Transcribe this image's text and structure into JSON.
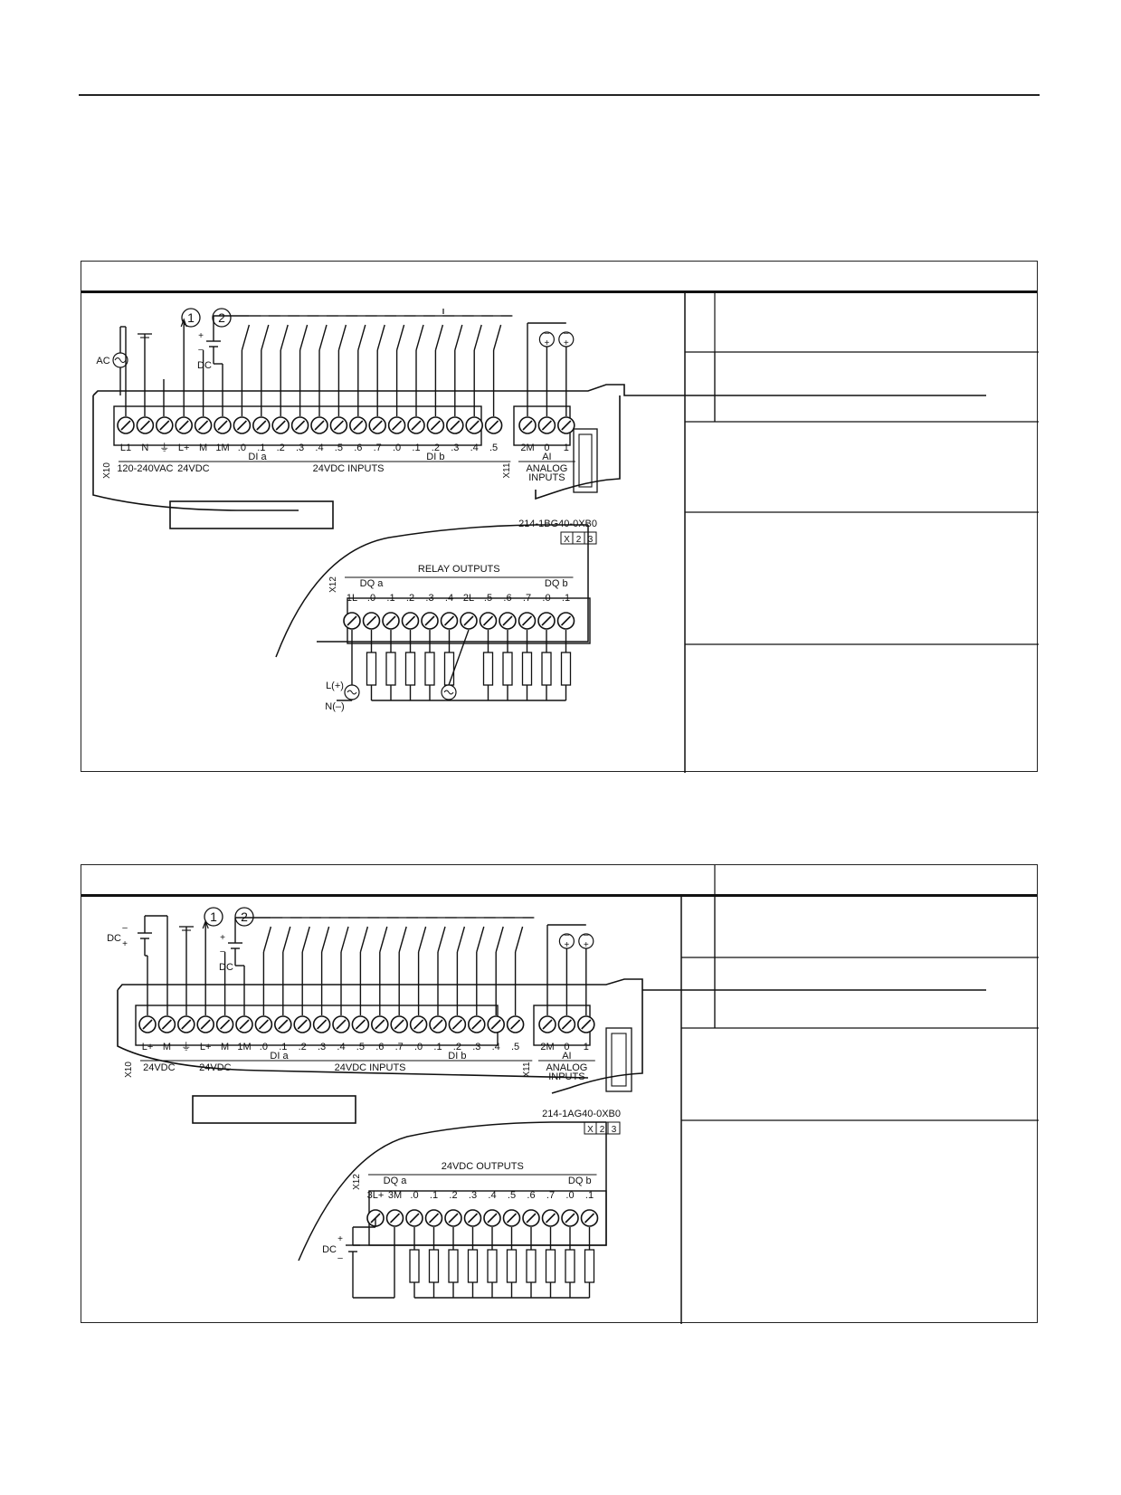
{
  "table1": {
    "supply_labels": {
      "ac": "AC",
      "dc": "DC",
      "plus": "+",
      "minus": "–"
    },
    "callouts": [
      "1",
      "2"
    ],
    "x10_label": "X10",
    "x11_label": "X11",
    "x12_label": "X12",
    "input_terminals": [
      "L1",
      "N",
      "⏚",
      "L+",
      "M",
      "1M",
      ".0",
      ".1",
      ".2",
      ".3",
      ".4",
      ".5",
      ".6",
      ".7",
      ".0",
      ".1",
      ".2",
      ".3",
      ".4",
      ".5"
    ],
    "power_label": "120-240VAC",
    "sensor_label": "24VDC",
    "dia_label": "DI a",
    "inputs_label": "24VDC INPUTS",
    "dib_label": "DI b",
    "analog_terminals": [
      "2M",
      "0",
      "1"
    ],
    "ai_label": "AI",
    "analog_inputs_label": "ANALOG\nINPUTS",
    "part_number": "214-1BG40-0XB0",
    "badge": [
      "X",
      "2",
      "3"
    ],
    "outputs_title": "RELAY OUTPUTS",
    "dqa_label": "DQ a",
    "dqb_label": "DQ b",
    "output_terminals": [
      "1L",
      ".0",
      ".1",
      ".2",
      ".3",
      ".4",
      "2L",
      ".5",
      ".6",
      ".7",
      ".0",
      ".1"
    ],
    "load_supply_plus": "L(+)",
    "load_supply_minus": "N(–)"
  },
  "table2": {
    "supply_labels": {
      "dc": "DC",
      "plus": "+",
      "minus": "–"
    },
    "callouts": [
      "1",
      "2"
    ],
    "x10_label": "X10",
    "x11_label": "X11",
    "x12_label": "X12",
    "input_terminals": [
      "L+",
      "M",
      "⏚",
      "L+",
      "M",
      "1M",
      ".0",
      ".1",
      ".2",
      ".3",
      ".4",
      ".5",
      ".6",
      ".7",
      ".0",
      ".1",
      ".2",
      ".3",
      ".4",
      ".5"
    ],
    "power_label": "24VDC",
    "sensor_label": "24VDC",
    "dia_label": "DI a",
    "inputs_label": "24VDC INPUTS",
    "dib_label": "DI b",
    "analog_terminals": [
      "2M",
      "0",
      "1"
    ],
    "ai_label": "AI",
    "analog_inputs_label": "ANALOG\nINPUTS",
    "part_number": "214-1AG40-0XB0",
    "badge": [
      "X",
      "2",
      "3"
    ],
    "outputs_title": "24VDC OUTPUTS",
    "dqa_label": "DQ a",
    "dqb_label": "DQ b",
    "output_terminals": [
      "3L+",
      "3M",
      ".0",
      ".1",
      ".2",
      ".3",
      ".4",
      ".5",
      ".6",
      ".7",
      ".0",
      ".1"
    ],
    "load_supply": "DC"
  }
}
